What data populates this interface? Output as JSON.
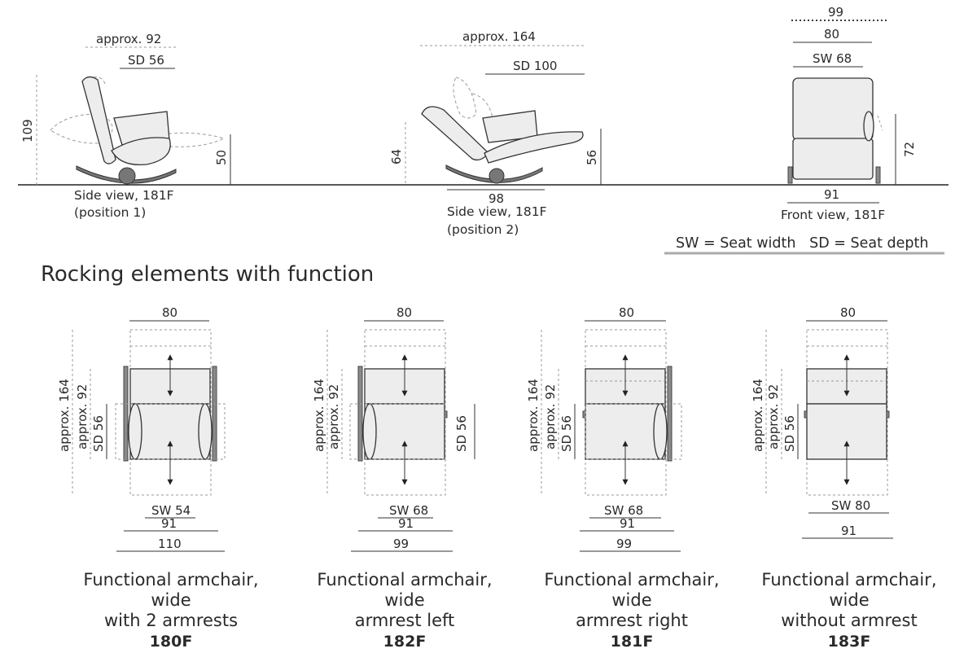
{
  "top": {
    "view1": {
      "caption_line1": "Side view, 181F",
      "caption_line2": "(position 1)",
      "approx": "approx. 92",
      "sd": "SD  56",
      "height": "109",
      "seat_height": "50"
    },
    "view2": {
      "caption_line1": "Side view, 181F",
      "caption_line2": "(position 2)",
      "approx": "approx. 164",
      "sd": "SD  100",
      "height": "64",
      "seat_height": "56",
      "base": "98"
    },
    "view3": {
      "caption": "Front view, 181F",
      "dim_top": "99",
      "dim_mid": "80",
      "sw": "SW 68",
      "height": "72",
      "base": "91"
    }
  },
  "legend": "SW = Seat width   SD = Seat depth",
  "section_title": "Rocking elements with function",
  "variants": [
    {
      "width": "80",
      "len": "approx. 164",
      "depth": "approx. 92",
      "sd": "SD 56",
      "sw": "SW 54",
      "d1": "91",
      "d2": "110",
      "line1": "Functional armchair,",
      "line2": "wide",
      "line3": "with 2 armrests",
      "code": "180F"
    },
    {
      "width": "80",
      "len": "approx. 164",
      "depth": "approx. 92",
      "sd": "SD 56",
      "sw": "SW 68",
      "d1": "91",
      "d2": "99",
      "line1": "Functional armchair,",
      "line2": "wide",
      "line3": "armrest left",
      "code": "182F"
    },
    {
      "width": "80",
      "len": "approx. 164",
      "depth": "approx. 92",
      "sd": "SD 56",
      "sw": "SW 68",
      "d1": "91",
      "d2": "99",
      "line1": "Functional armchair,",
      "line2": "wide",
      "line3": "armrest right",
      "code": "181F"
    },
    {
      "width": "80",
      "len": "approx. 164",
      "depth": "approx. 92",
      "sd": "SD 56",
      "sw": "SW 80",
      "d1": "91",
      "line1": "Functional armchair,",
      "line2": "wide",
      "line3": "without armrest",
      "code": "183F"
    }
  ]
}
